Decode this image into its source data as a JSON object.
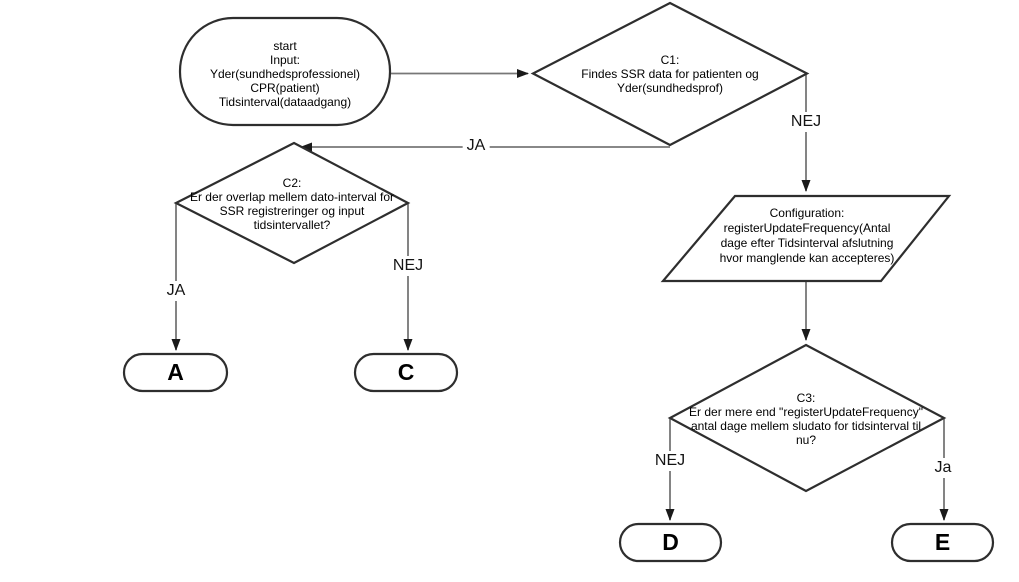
{
  "diagram": {
    "title": "SSR data access flowchart",
    "colors": {
      "background": "#ffffff",
      "shape_stroke": "#2e2e2e",
      "connector": "#777777",
      "arrowhead": "#1a1a1a",
      "text": "#000000"
    },
    "nodes": {
      "start": {
        "shape": "terminator",
        "text": "start\nInput:\nYder(sundhedsprofessionel)\nCPR(patient)\nTidsinterval(dataadgang)"
      },
      "c1": {
        "shape": "decision",
        "text": "C1:\nFindes SSR data for patienten og\nYder(sundhedsprof)"
      },
      "c2": {
        "shape": "decision",
        "text": "C2:\nEr der overlap mellem dato-interval for\nSSR registreringer og input\ntidsintervallet?"
      },
      "config": {
        "shape": "data-parallelogram",
        "text": "Configuration:\nregisterUpdateFrequency(Antal\ndage efter Tidsinterval afslutning\nhvor manglende kan accepteres)"
      },
      "c3": {
        "shape": "decision",
        "text": "C3:\nEr der mere end \"registerUpdateFrequency\"\nantal dage mellem sludato for tidsinterval til\nnu?"
      },
      "terminal_a": {
        "shape": "terminator",
        "text": "A"
      },
      "terminal_c": {
        "shape": "terminator",
        "text": "C"
      },
      "terminal_d": {
        "shape": "terminator",
        "text": "D"
      },
      "terminal_e": {
        "shape": "terminator",
        "text": "E"
      }
    },
    "edge_labels": {
      "c1_to_c2": "JA",
      "c1_to_config": "NEJ",
      "c2_to_a": "JA",
      "c2_to_c": "NEJ",
      "c3_to_d": "NEJ",
      "c3_to_e": "Ja"
    }
  }
}
